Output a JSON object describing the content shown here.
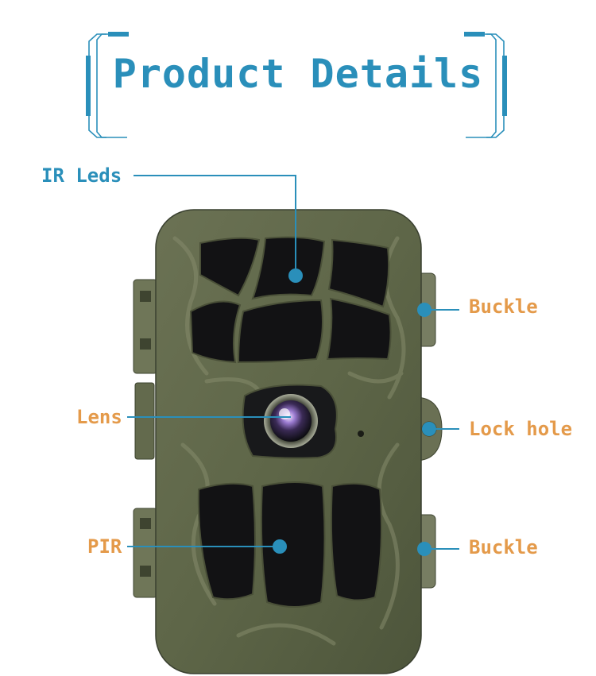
{
  "title": "Product Details",
  "colors": {
    "accent_blue": "#2a8fba",
    "accent_orange": "#e49a4a",
    "camo_base": "#5d6546"
  },
  "callouts": {
    "ir_leds": "IR Leds",
    "lens": "Lens",
    "pir": "PIR",
    "buckle_top": "Buckle",
    "lock_hole": "Lock hole",
    "buckle_bottom": "Buckle"
  }
}
